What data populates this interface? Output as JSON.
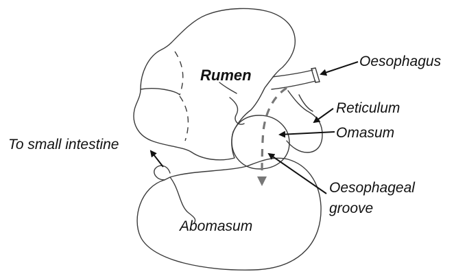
{
  "labels": {
    "rumen": "Rumen",
    "oesophagus": "Oesophagus",
    "reticulum": "Reticulum",
    "omasum": "Omasum",
    "small_intestine": "To small intestine",
    "oesophageal_groove_line1": "Oesophageal",
    "oesophageal_groove_line2": "groove",
    "abomasum": "Abomasum"
  },
  "colors": {
    "outline": "#3a3a3a",
    "text": "#111111",
    "groove": "#777777"
  }
}
